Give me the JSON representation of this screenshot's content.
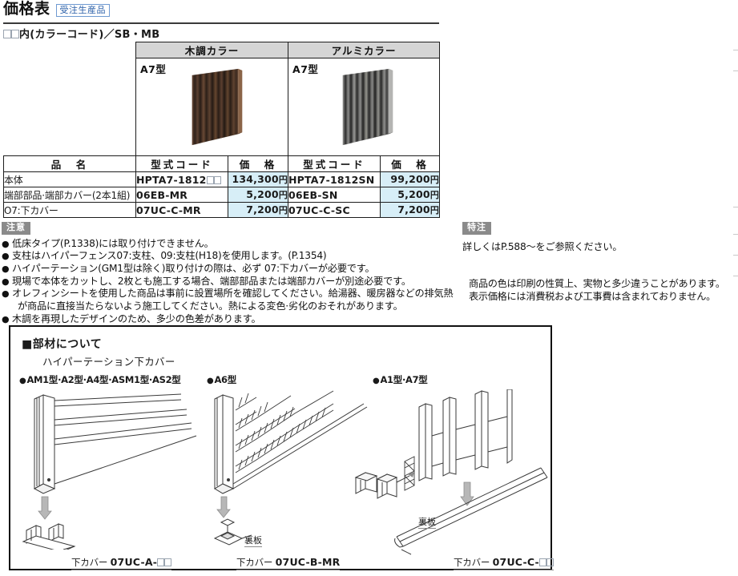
{
  "header": {
    "title": "価格表",
    "badge": "受注生産品",
    "color_code_prefix": "内(カラーコード)／",
    "color_code_value": "SB・MB"
  },
  "price_table": {
    "group_headers": [
      "木調カラー",
      "アルミカラー"
    ],
    "model_labels": [
      "A7型",
      "A7型"
    ],
    "sub_headers": [
      "品　名",
      "型式コード",
      "価　格",
      "型式コード",
      "価　格"
    ],
    "rows": [
      {
        "name": "本体",
        "code_wood": "HPTA7-1812",
        "code_wood_has_boxes": true,
        "price_wood": "134,300",
        "code_alu": "HPTA7-1812SN",
        "price_alu": "99,200"
      },
      {
        "name": "端部部品·端部カバー(2本1組)",
        "code_wood": "06EB-MR",
        "code_wood_has_boxes": false,
        "price_wood": "5,200",
        "code_alu": "06EB-SN",
        "price_alu": "5,200"
      },
      {
        "name": "O7:下カバー",
        "code_wood": "07UC-C-MR",
        "code_wood_has_boxes": false,
        "price_wood": "7,200",
        "code_alu": "07UC-C-SC",
        "price_alu": "7,200"
      }
    ],
    "currency_suffix": "円",
    "price_cell_color": "#d7eef7",
    "group_header_color": "#d5d5d5"
  },
  "notes": {
    "caution_tag": "注意",
    "caution_items": [
      "低床タイプ(P.1338)には取り付けできません。",
      "支柱はハイパーフェンス07:支柱、09:支柱(H18)を使用します。(P.1354)",
      "ハイパーテーション(GM1型は除く)取り付けの際は、必ず 07:下カバーが必要です。",
      "現場で本体をカットし、2枚とも施工する場合、端部部品または端部カバーが別途必要です。",
      "オレフィンシートを使用した商品は事前に設置場所を確認してください。給湯器、暖房器などの排気熱",
      "木調を再現したデザインのため、多少の色差があります。"
    ],
    "caution_item5_cont": "が商品に直接当たらないよう施工してください。熱による変色·劣化のおそれがあります。",
    "special_tag": "特注",
    "special_text": "詳しくはP.588～をご参照ください。",
    "footer_lines": [
      "商品の色は印刷の性質上、実物と多少違うことがあります。",
      "表示価格には消費税および工事費は含まれておりません。"
    ]
  },
  "parts": {
    "title": "■部材について",
    "subtitle": "ハイパーテーション下カバー",
    "categories": [
      "AM1型·A2型·A4型·ASM1型·AS2型",
      "A6型",
      "A1型·A7型"
    ],
    "labels": [
      {
        "prefix": "下カバー ",
        "code": "07UC-A-",
        "boxes": true
      },
      {
        "prefix": "下カバー ",
        "code": "07UC-B-MR",
        "boxes": false
      },
      {
        "prefix": "下カバー ",
        "code": "07UC-C-",
        "boxes": true
      }
    ],
    "backplate_label": "裏板"
  }
}
